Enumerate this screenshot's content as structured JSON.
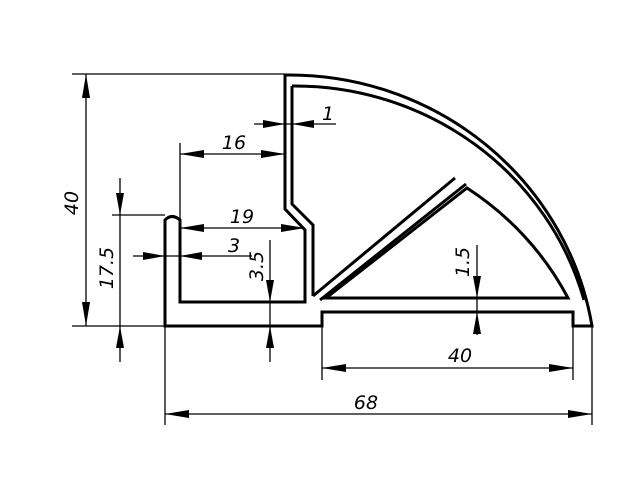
{
  "diagram": {
    "dimensions": {
      "height_total": "40",
      "wall_thickness_top": "1",
      "inner_offset_16": "16",
      "inner_width_19": "19",
      "lip_3": "3",
      "lip_height_3_5": "3.5",
      "foot_height_17_5": "17.5",
      "rib_1_5": "1.5",
      "base_40": "40",
      "width_total": "68"
    },
    "colors": {
      "line": "#000000",
      "background": "#ffffff"
    }
  }
}
